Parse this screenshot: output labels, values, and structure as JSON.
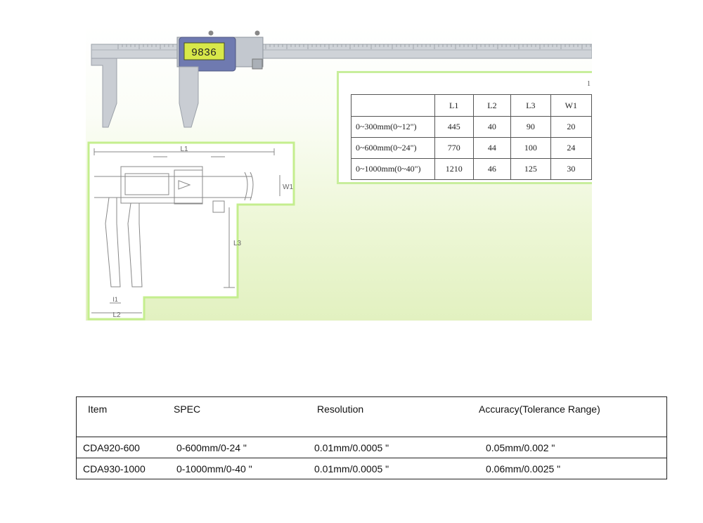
{
  "hero": {
    "display_reading": "9836",
    "drawing_labels": {
      "l1": "L1",
      "l2": "L2",
      "l3": "L3",
      "w1": "W1",
      "jaw": "I1"
    }
  },
  "spec_table": {
    "headers": [
      "",
      "L1",
      "L2",
      "L3",
      "W1"
    ],
    "rows": [
      [
        "0~300mm(0~12\")",
        "445",
        "40",
        "90",
        "20"
      ],
      [
        "0~600mm(0~24\")",
        "770",
        "44",
        "100",
        "24"
      ],
      [
        "0~1000mm(0~40\")",
        "1210",
        "46",
        "125",
        "30"
      ]
    ]
  },
  "models_table": {
    "headers": [
      "Item",
      "SPEC",
      "Resolution",
      "Accuracy(Tolerance Range)"
    ],
    "rows": [
      [
        "CDA920-600",
        "0-600mm/0-24 \"",
        "0.01mm/0.0005 \"",
        "0.05mm/0.002 \""
      ],
      [
        "CDA930-1000",
        "0-1000mm/0-40 \"",
        "0.01mm/0.0005 \"",
        "0.06mm/0.0025 \""
      ]
    ]
  }
}
